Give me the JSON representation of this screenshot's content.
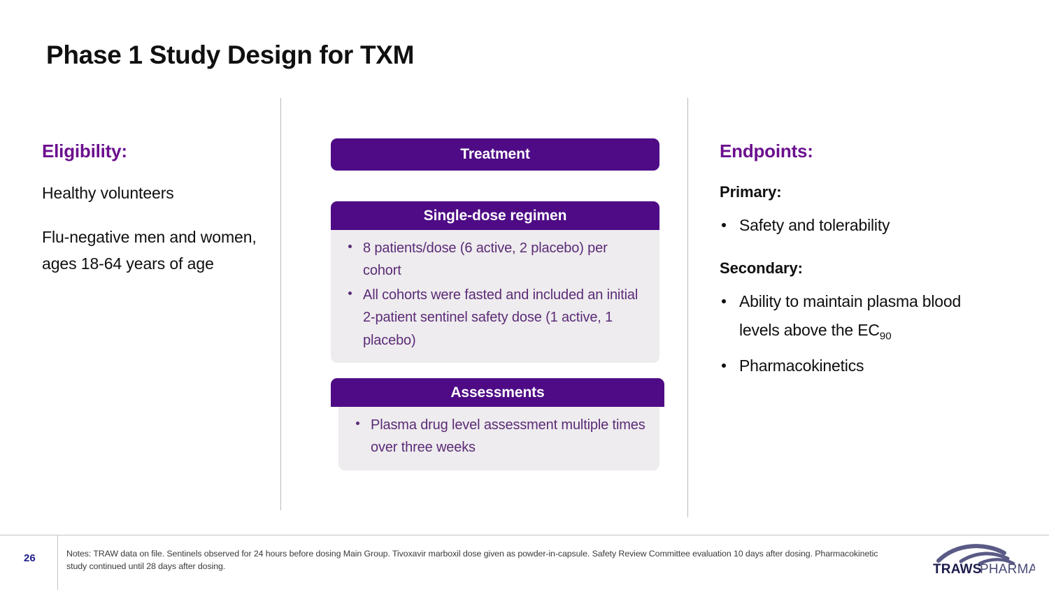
{
  "slide": {
    "title": "Phase 1 Study Design for TXM",
    "page_number": "26",
    "accent_purple": "#6B0F8E",
    "bar_purple": "#4E0B85",
    "body_purple": "#5B2B77",
    "panel_gray": "#EEECEE"
  },
  "eligibility": {
    "heading": "Eligibility:",
    "paragraphs": [
      "Healthy volunteers",
      "Flu-negative men and women, ages 18-64 years of age"
    ]
  },
  "treatment": {
    "title": "Treatment",
    "sections": [
      {
        "header": "Single-dose regimen",
        "bullets": [
          "8 patients/dose (6 active, 2 placebo) per cohort",
          "All cohorts were fasted and included an initial 2-patient sentinel safety dose (1 active, 1 placebo)"
        ]
      },
      {
        "header": "Assessments",
        "bullets": [
          "Plasma drug level assessment multiple times over three weeks"
        ]
      }
    ]
  },
  "endpoints": {
    "heading": "Endpoints:",
    "groups": [
      {
        "label": "Primary:",
        "bullets": [
          {
            "prefix": "Safety and tolerability",
            "subscript": "",
            "suffix": ""
          }
        ]
      },
      {
        "label": "Secondary:",
        "bullets": [
          {
            "prefix": "Ability to maintain plasma blood levels above the EC",
            "subscript": "90",
            "suffix": ""
          },
          {
            "prefix": "Pharmacokinetics",
            "subscript": "",
            "suffix": ""
          }
        ]
      }
    ]
  },
  "footer": {
    "notes": "Notes: TRAW data on file. Sentinels observed for 24 hours before dosing Main Group. Tivoxavir marboxil dose given as powder-in-capsule. Safety Review Committee evaluation 10 days after dosing. Pharmacokinetic study continued until 28 days after dosing.",
    "logo_primary": "TRAWS",
    "logo_secondary": "PHARMA"
  }
}
